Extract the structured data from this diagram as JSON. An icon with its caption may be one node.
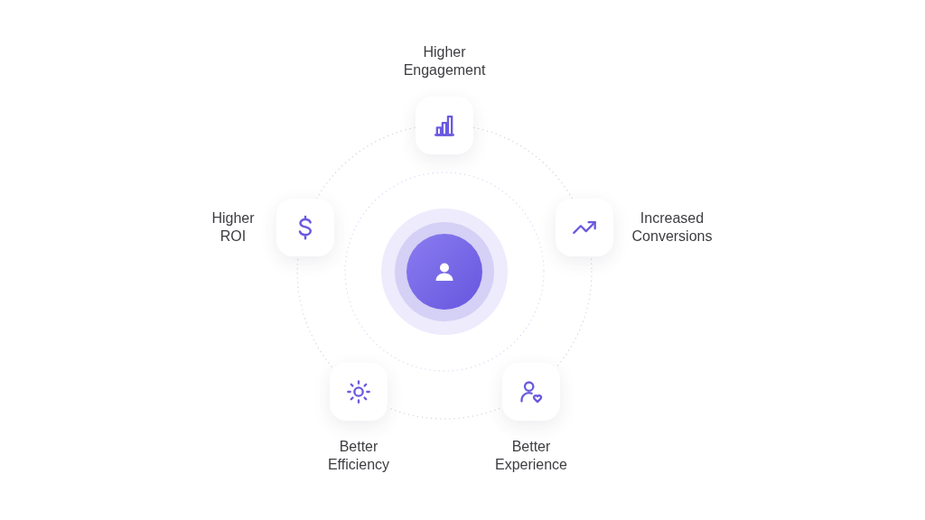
{
  "diagram": {
    "nodes": [
      {
        "text": [
          "Higher Engagement"
        ]
      },
      {
        "text": [
          "Higher ROI"
        ]
      },
      {
        "text": [
          "Increased Conversions"
        ]
      },
      {
        "text": [],
        "shape": "circle"
      },
      {
        "text": [
          "Better Efficiency"
        ]
      },
      {
        "text": [
          "Better Experience"
        ]
      }
    ]
  }
}
